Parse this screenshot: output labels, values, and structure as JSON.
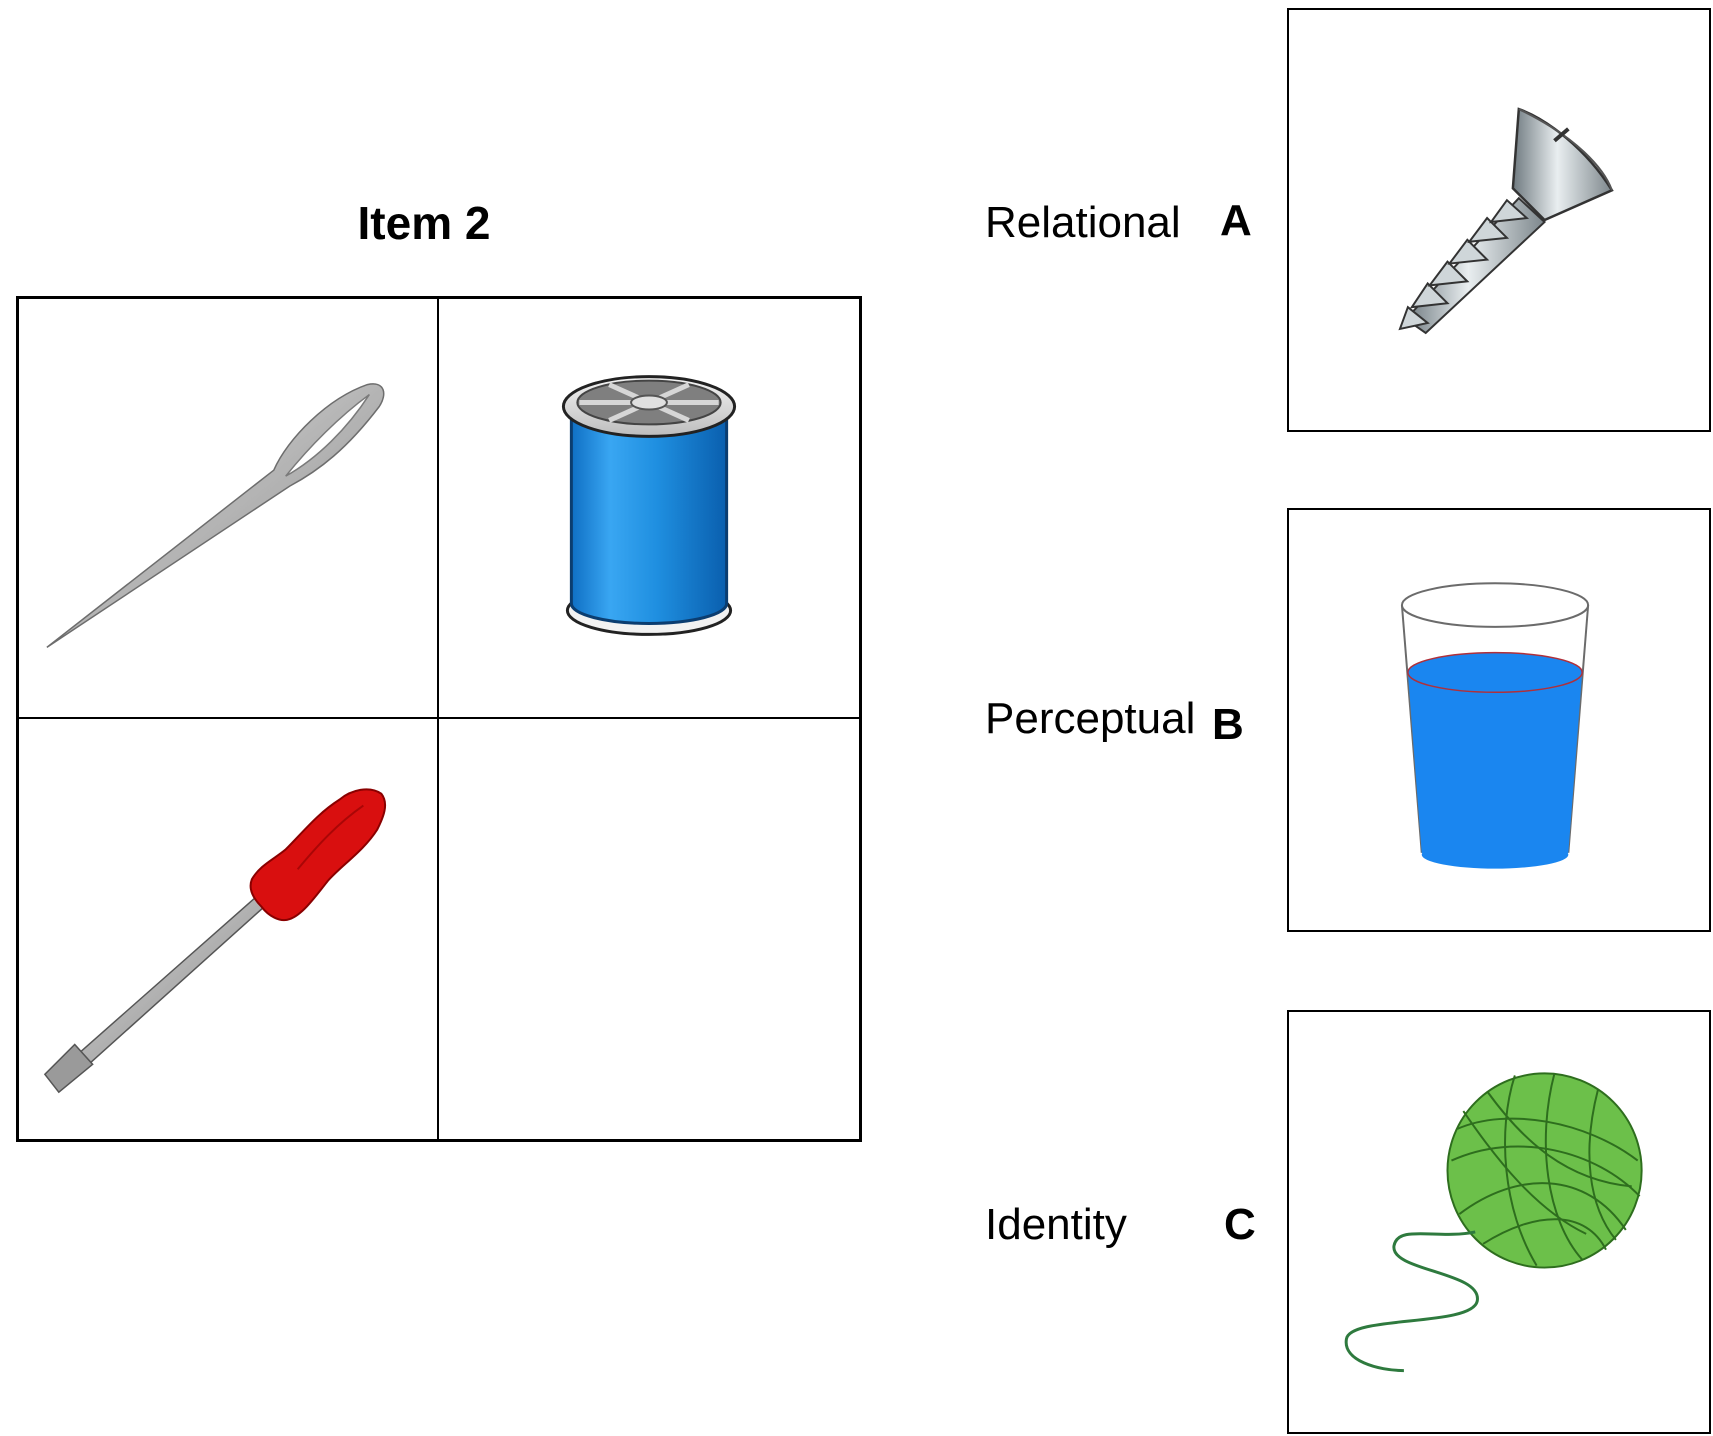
{
  "title": "Item 2",
  "options": [
    {
      "label": "Relational",
      "letter": "A",
      "picture": "screw-icon"
    },
    {
      "label": "Perceptual",
      "letter": "B",
      "picture": "glass-of-water-icon"
    },
    {
      "label": "Identity",
      "letter": "C",
      "picture": "yarn-ball-icon"
    }
  ],
  "grid": {
    "top_left": "needle-icon",
    "top_right": "thread-spool-icon",
    "bottom_left": "screwdriver-icon",
    "bottom_right": "empty"
  },
  "colors": {
    "spool_blue": "#1f8fe0",
    "handle_red": "#d90f0f",
    "water_blue": "#1a86f0",
    "yarn_green": "#6cc04a"
  }
}
